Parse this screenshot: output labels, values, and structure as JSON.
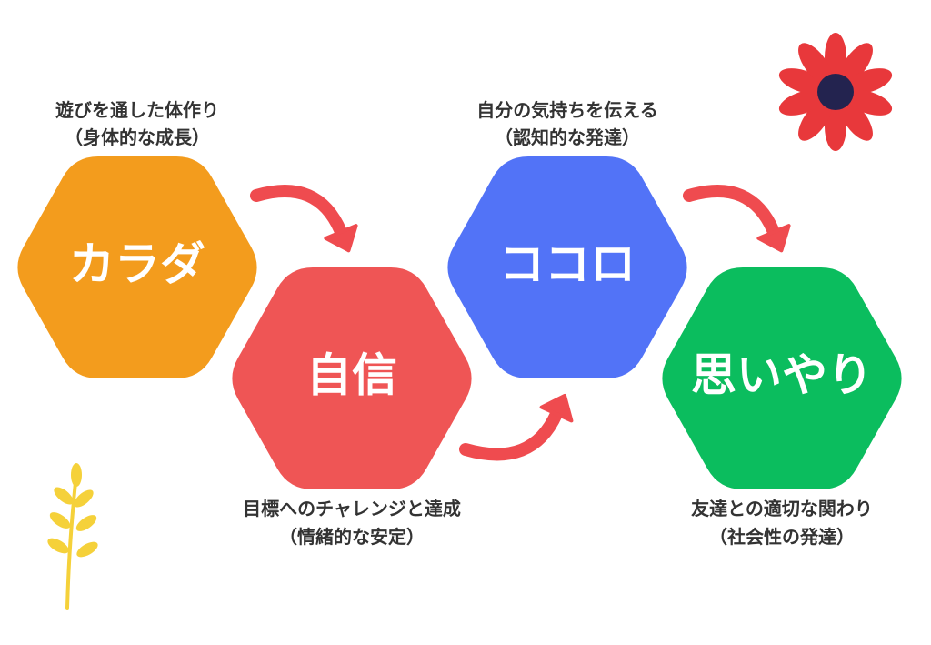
{
  "colors": {
    "karada": "#f39c1d",
    "jishin": "#ef5555",
    "kokoro": "#5273f7",
    "omoiyari": "#0bbd5e",
    "arrow": "#ef4b4f",
    "caption_text": "#333333",
    "flower_petal": "#e8383b",
    "flower_center": "#23234f",
    "plant": "#f5d13a"
  },
  "stages": [
    {
      "id": "karada",
      "label": "カラダ",
      "caption_line1": "遊びを通した体作り",
      "caption_line2": "（身体的な成長）"
    },
    {
      "id": "jishin",
      "label": "自信",
      "caption_line1": "目標へのチャレンジと達成",
      "caption_line2": "（情緒的な安定）"
    },
    {
      "id": "kokoro",
      "label": "ココロ",
      "caption_line1": "自分の気持ちを伝える",
      "caption_line2": "（認知的な発達）"
    },
    {
      "id": "omoiyari",
      "label": "思いやり",
      "caption_line1": "友達との適切な関わり",
      "caption_line2": "（社会性の発達）"
    }
  ],
  "icons": {
    "flower": "flower-icon",
    "plant": "plant-sprig-icon",
    "arrow": "curved-arrow-icon"
  }
}
